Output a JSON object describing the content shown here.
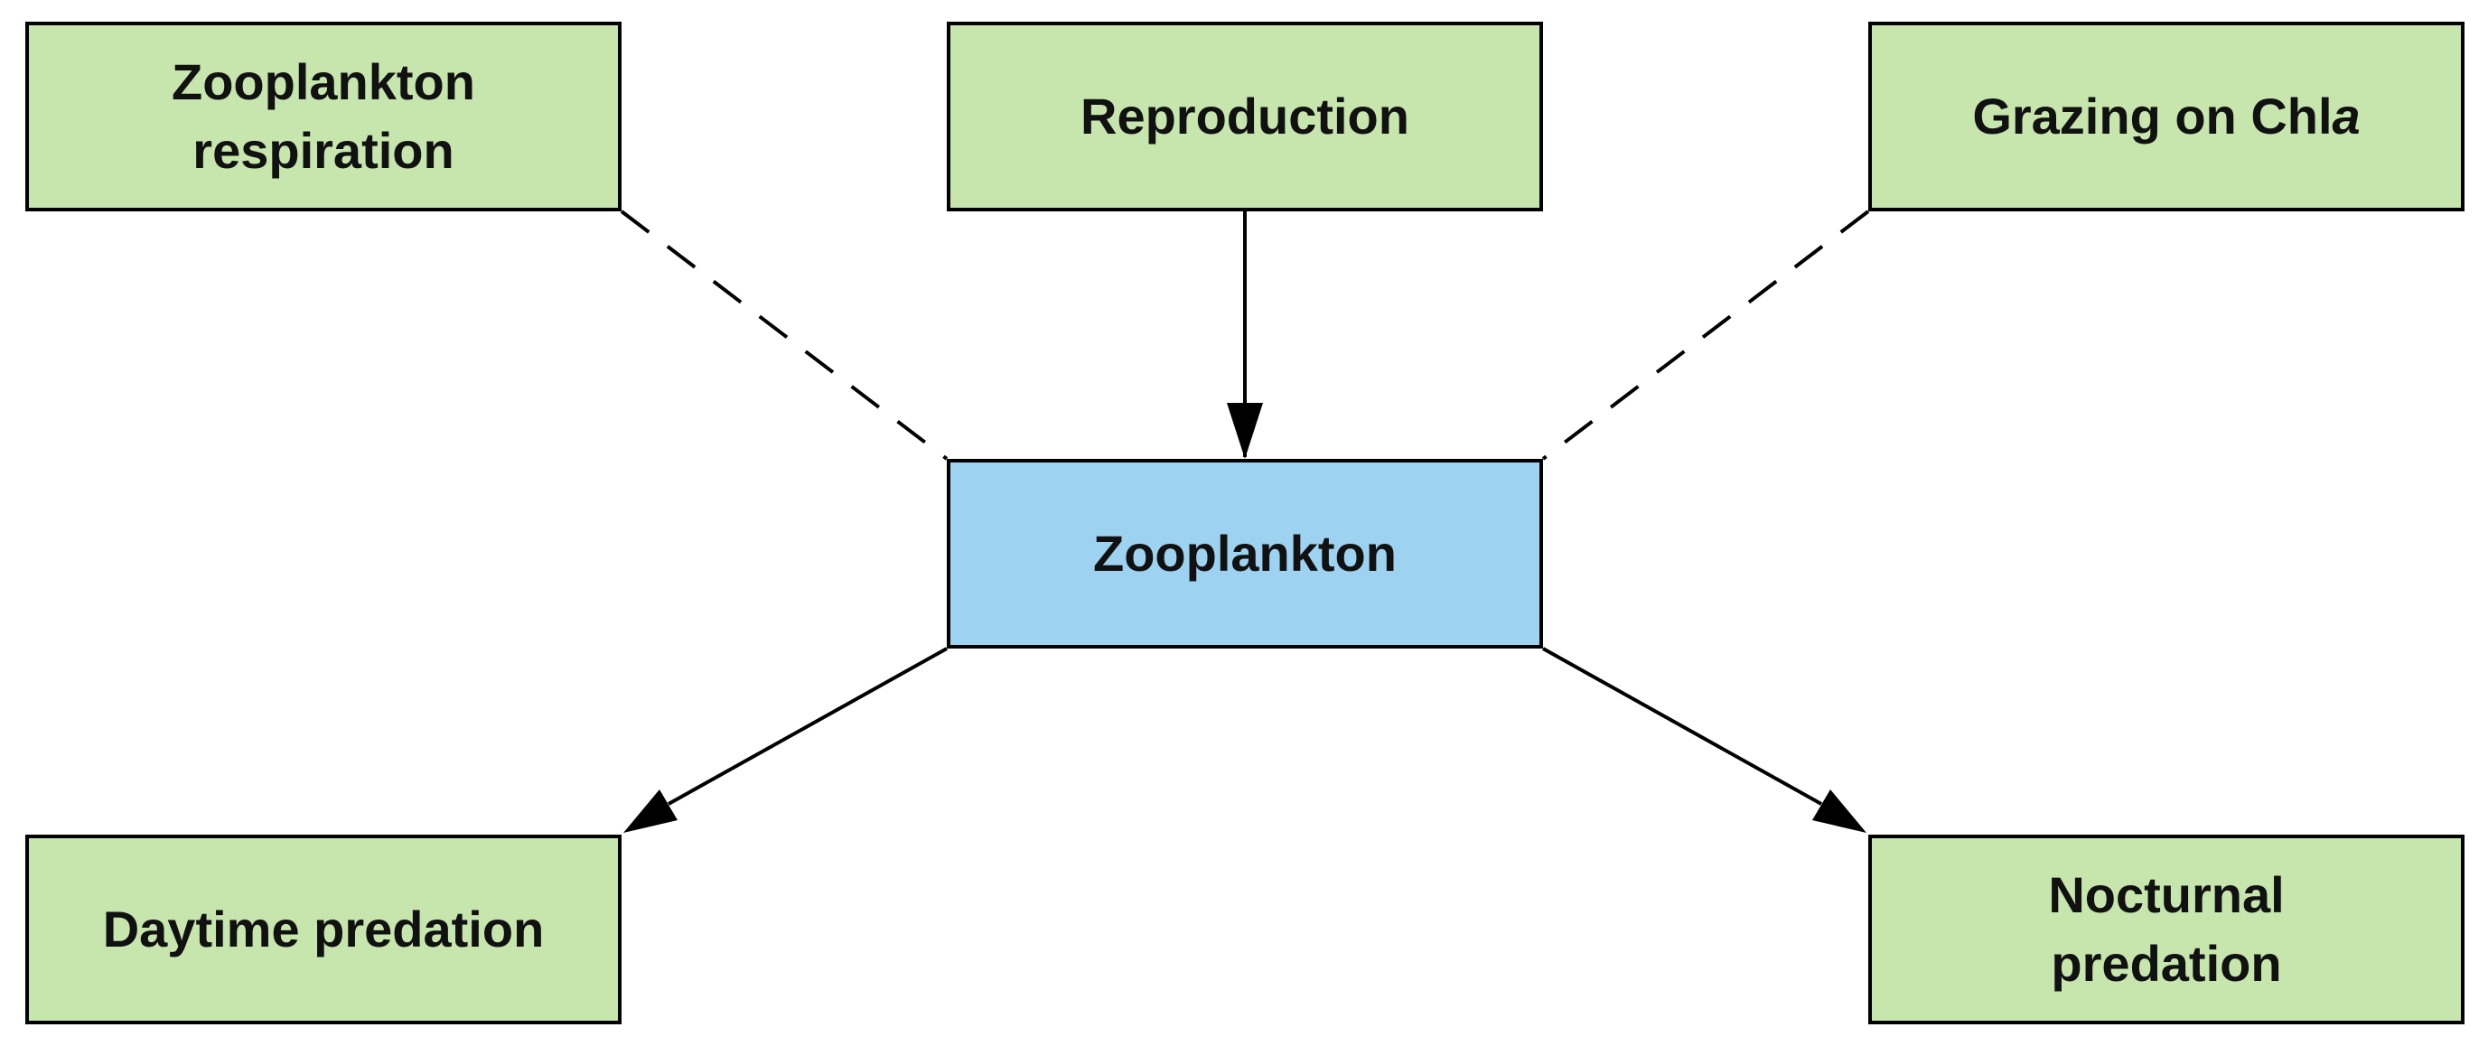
{
  "colors": {
    "process_box_fill": "#c6e6ad",
    "central_box_fill": "#9dd3f1",
    "stroke": "#000000"
  },
  "nodes": {
    "respiration": {
      "label_1": "Zooplankton",
      "label_2": "respiration"
    },
    "reproduction": {
      "label": "Reproduction"
    },
    "grazing": {
      "label_main": "Grazing on Chl",
      "label_italic": "a"
    },
    "zooplankton": {
      "label": "Zooplankton"
    },
    "daytime": {
      "label": "Daytime predation"
    },
    "nocturnal": {
      "label_1": "Nocturnal",
      "label_2": "predation"
    }
  },
  "edges": [
    {
      "from": "respiration",
      "to": "zooplankton",
      "style": "dashed",
      "arrow": false
    },
    {
      "from": "reproduction",
      "to": "zooplankton",
      "style": "solid",
      "arrow": true
    },
    {
      "from": "grazing",
      "to": "zooplankton",
      "style": "dashed",
      "arrow": false
    },
    {
      "from": "zooplankton",
      "to": "daytime",
      "style": "solid",
      "arrow": true
    },
    {
      "from": "zooplankton",
      "to": "nocturnal",
      "style": "solid",
      "arrow": true
    }
  ]
}
